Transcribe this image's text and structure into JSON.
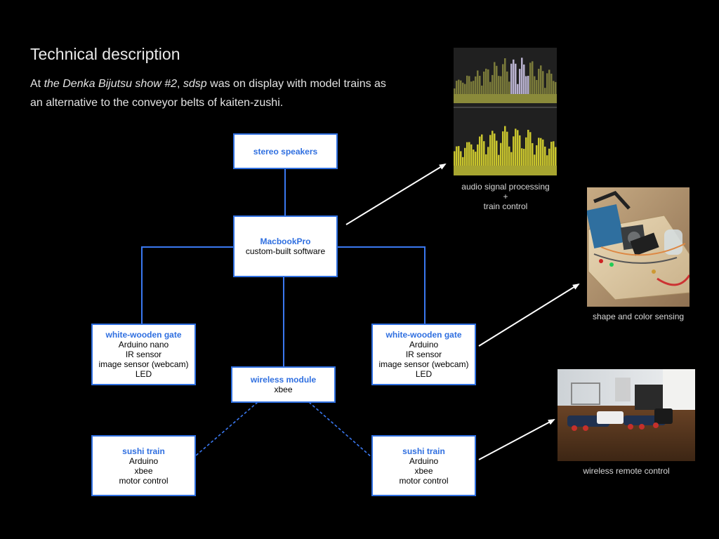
{
  "header": {
    "title": "Technical description",
    "intro": {
      "part1": "At ",
      "show_name": "the Denka Bijutsu show #2",
      "part2": ", ",
      "work_name": "sdsp",
      "part3": " was on display with model trains as an alternative to the conveyor belts of kaiten-zushi."
    }
  },
  "nodes": {
    "speakers": {
      "head": "stereo speakers"
    },
    "macbook": {
      "head": "MacbookPro",
      "lines": [
        "custom-built software"
      ]
    },
    "gate_left": {
      "head": "white-wooden gate",
      "lines": [
        "Arduino nano",
        "IR sensor",
        "image sensor (webcam)",
        "LED"
      ]
    },
    "gate_right": {
      "head": "white-wooden gate",
      "lines": [
        "Arduino",
        "IR sensor",
        "image sensor (webcam)",
        "LED"
      ]
    },
    "wireless": {
      "head": "wireless module",
      "lines": [
        "xbee"
      ]
    },
    "train_left": {
      "head": "sushi train",
      "lines": [
        "Arduino",
        "xbee",
        "motor control"
      ]
    },
    "train_right": {
      "head": "sushi train",
      "lines": [
        "Arduino",
        "xbee",
        "motor control"
      ]
    }
  },
  "photos": {
    "audio": {
      "caption": [
        "audio signal processing",
        "+",
        "train control"
      ]
    },
    "sensor": {
      "caption": [
        "shape and color sensing"
      ]
    },
    "remote": {
      "caption": [
        "wireless remote control"
      ]
    }
  },
  "colors": {
    "node_border": "#2f6fe0",
    "node_heading": "#2f6fe0",
    "connector": "#3a78f0",
    "arrow": "#ffffff",
    "background": "#000000"
  }
}
